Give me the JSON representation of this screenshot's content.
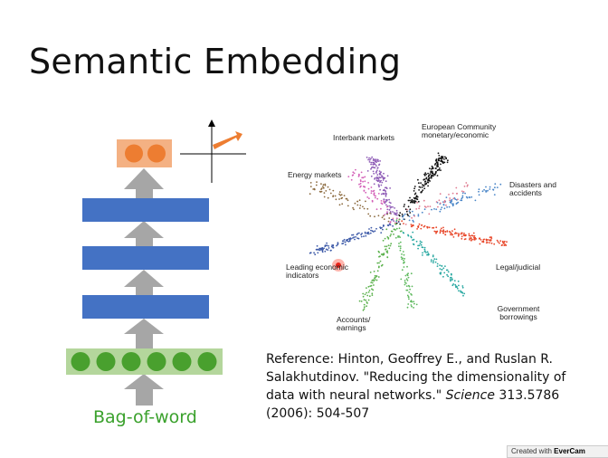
{
  "slide": {
    "title": "Semantic Embedding"
  },
  "diagram": {
    "input_label": "Bag-of-word",
    "colors": {
      "layer": "#4472c4",
      "input_box": "#b4d69c",
      "input_node": "#49a02e",
      "output_box": "#f4b183",
      "output_node": "#ed7d31",
      "arrow": "#a6a6a6",
      "vector_arrow": "#ed7d31"
    }
  },
  "scatter": {
    "labels": {
      "interbank": "Interbank markets",
      "european": "European Community monetary/economic",
      "energy": "Energy markets",
      "disasters": "Disasters and accidents",
      "leading": "Leading economic indicators",
      "legal": "Legal/judicial",
      "government": "Government borrowings",
      "accounts": "Accounts/ earnings"
    }
  },
  "reference": {
    "prefix": "Reference: Hinton, Geoffrey E., and Ruslan R. Salakhutdinov. \"Reducing the dimensionality of data with neural networks.\"",
    "journal": "Science",
    "suffix": "313.5786 (2006): 504-507"
  },
  "watermark": {
    "prefix": "Created with",
    "brand": "EverCam"
  }
}
